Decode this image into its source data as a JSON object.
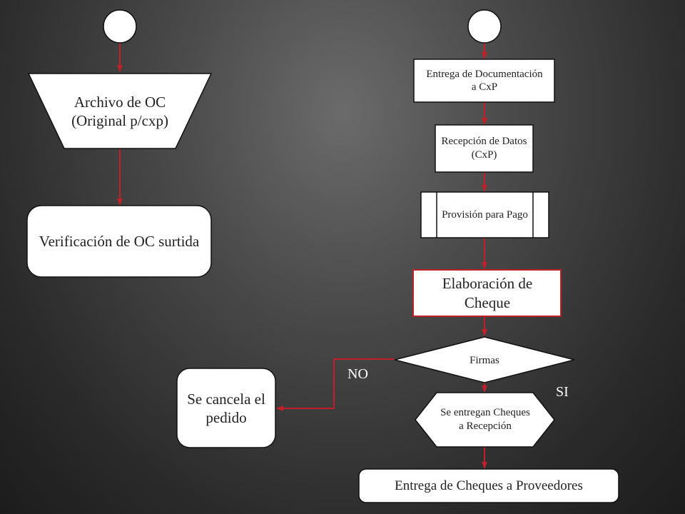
{
  "nodes": {
    "archivo_oc": "Archivo de OC (Original p/cxp)",
    "verificacion_oc": "Verificación de OC surtida",
    "se_cancela": "Se cancela el pedido",
    "entrega_documentacion": "Entrega de Documentación a CxP",
    "recepcion_datos": "Recepción de Datos (CxP)",
    "provision_pago": "Provisión para Pago",
    "elaboracion_cheque": "Elaboración de Cheque",
    "firmas": "Firmas",
    "se_entregan_cheques": "Se entregan Cheques a Recepción",
    "entrega_cheques_proveedores": "Entrega de Cheques a Proveedores"
  },
  "edge_labels": {
    "no": "NO",
    "si": "SI"
  },
  "colors": {
    "arrow": "#c0202a",
    "node_fill": "#ffffff",
    "node_stroke": "#111111",
    "highlight_stroke": "#c0202a",
    "text": "#222222"
  }
}
